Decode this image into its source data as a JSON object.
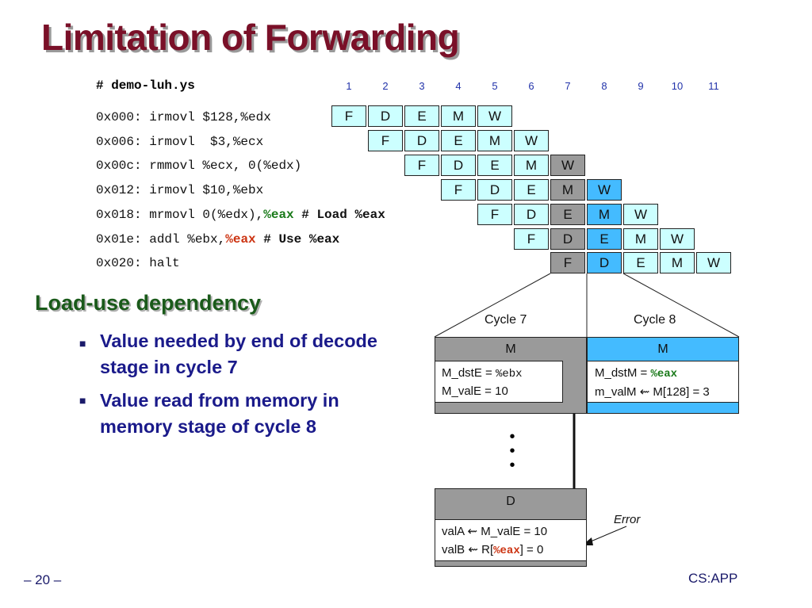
{
  "title": "Limitation of Forwarding",
  "program": {
    "header": "# demo-luh.ys",
    "cycles": [
      "1",
      "2",
      "3",
      "4",
      "5",
      "6",
      "7",
      "8",
      "9",
      "10",
      "11"
    ],
    "instructions": [
      {
        "text": "0x000: irmovl $128,%edx"
      },
      {
        "text": "0x006: irmovl  $3,%ecx"
      },
      {
        "text": "0x00c: rmmovl %ecx, 0(%edx)"
      },
      {
        "text": "0x012: irmovl $10,%ebx"
      },
      {
        "pre": "0x018: mrmovl 0(%edx),",
        "reg": "%eax",
        "post": " # Load %eax"
      },
      {
        "pre": "0x01e: addl %ebx,",
        "reg": "%eax",
        "post": " # Use %eax"
      },
      {
        "text": "0x020: halt"
      }
    ],
    "stages": [
      "F",
      "D",
      "E",
      "M",
      "W"
    ]
  },
  "subheading": "Load-use dependency",
  "bullets": [
    "Value needed by end of decode stage in cycle 7",
    "Value read from memory in memory stage of cycle 8"
  ],
  "detail": {
    "cycle7_label": "Cycle 7",
    "cycle8_label": "Cycle 8",
    "m7_stage": "M",
    "m7_line1_label": "M_dstE = ",
    "m7_line1_value": "%ebx",
    "m7_line2": "M_valE = 10",
    "m8_stage": "M",
    "m8_line1_label": "M_dstM = ",
    "m8_line1_value": "%eax",
    "m8_line2_a": "m_valM ",
    "m8_line2_arrow": "⇜",
    "m8_line2_b": " M[128] = 3",
    "d_stage": "D",
    "d_line1_a": "valA ",
    "d_line1_arrow": "⇜",
    "d_line1_b": " M_valE = 10",
    "d_line2_a": "valB ",
    "d_line2_arrow": "⇜",
    "d_line2_b": " R[",
    "d_line2_reg": "%eax",
    "d_line2_c": "] = 0",
    "error_label": "Error",
    "dots": "•"
  },
  "footer": {
    "page": "– 20 –",
    "brand": "CS:APP"
  },
  "colors": {
    "title": "#7a1028",
    "light_cyan": "#ccffff",
    "gray": "#9a9a9a",
    "blue": "#44bbff",
    "green": "#1a7a1a",
    "red": "#cc3311"
  }
}
